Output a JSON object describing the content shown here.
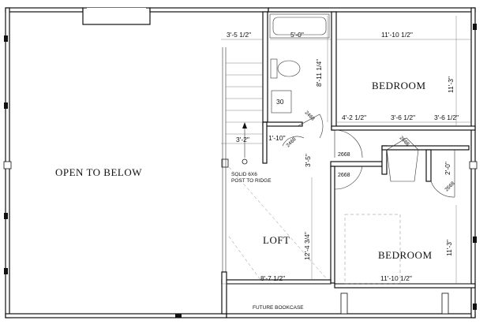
{
  "rooms": {
    "open_to_below": "OPEN TO BELOW",
    "bedroom_top": "BEDROOM",
    "bedroom_bottom": "BEDROOM",
    "loft": "LOFT"
  },
  "notes": {
    "post_line1": "SOLID 6X6",
    "post_line2": "POST TO RIDGE",
    "bookcase": "FUTURE BOOKCASE"
  },
  "dimensions": {
    "d_3_5_half_top": "3'-5 1/2\"",
    "d_5_0": "5'-0\"",
    "d_11_10_half_top": "11'-10 1/2\"",
    "d_8_11_quarter": "8'-11 1/4\"",
    "d_11_3_top": "11'-3\"",
    "d_4_2_half": "4'-2 1/2\"",
    "d_3_6_half_a": "3'-6 1/2\"",
    "d_3_6_half_b": "3'-6 1/2\"",
    "d_3_2": "3'-2\"",
    "d_1_10": "1'-10\"",
    "d_3_5_vert": "3'-5\"",
    "d_2_0": "2'-0\"",
    "d_12_4_3q": "12'-4 3/4\"",
    "d_11_3_bottom": "11'-3\"",
    "d_8_7_half": "8'-7 1/2\"",
    "d_11_10_half_bottom": "11'-10 1/2\""
  },
  "labels": {
    "tub_30": "30",
    "door_2668_upper": "2668",
    "door_2668_lower": "2668",
    "door_2468_a": "2468",
    "door_2468_b": "2468",
    "door_2668_closet": "2668",
    "door_2668_right": "2668"
  }
}
